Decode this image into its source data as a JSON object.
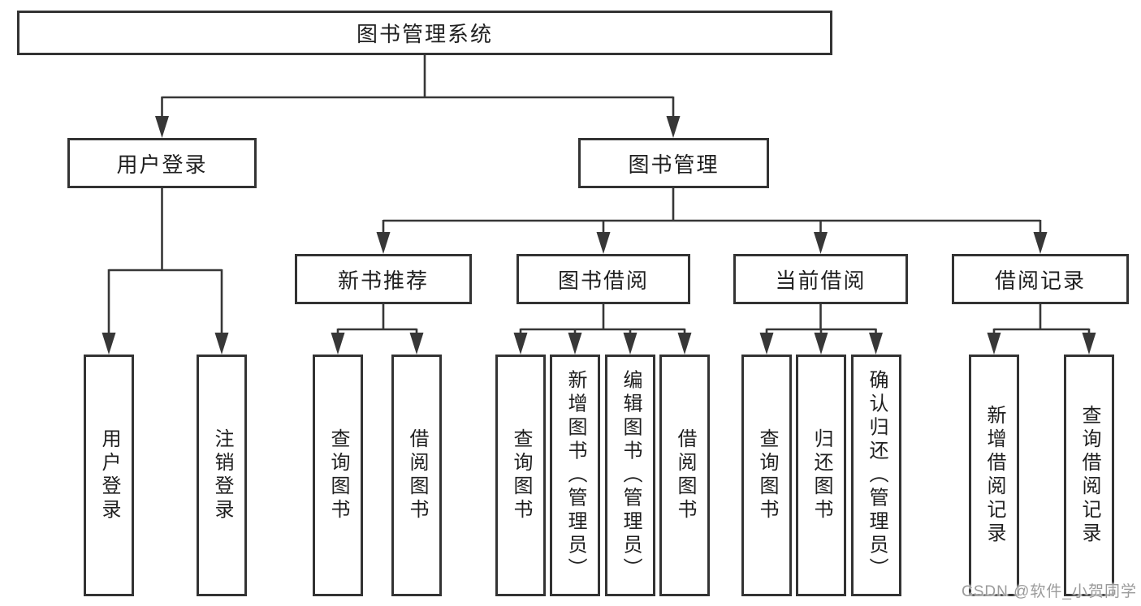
{
  "tree": {
    "label": "图书管理系统",
    "children": [
      {
        "label": "用户登录",
        "children": [
          {
            "label": "用户登录"
          },
          {
            "label": "注销登录"
          }
        ]
      },
      {
        "label": "图书管理",
        "children": [
          {
            "label": "新书推荐",
            "children": [
              {
                "label": "查询图书"
              },
              {
                "label": "借阅图书"
              }
            ]
          },
          {
            "label": "图书借阅",
            "children": [
              {
                "label": "查询图书"
              },
              {
                "label": "新增图书（管理员）"
              },
              {
                "label": "编辑图书（管理员）"
              },
              {
                "label": "借阅图书"
              }
            ]
          },
          {
            "label": "当前借阅",
            "children": [
              {
                "label": "查询图书"
              },
              {
                "label": "归还图书"
              },
              {
                "label": "确认归还（管理员）"
              }
            ]
          },
          {
            "label": "借阅记录",
            "children": [
              {
                "label": "新增借阅记录"
              },
              {
                "label": "查询借阅记录"
              }
            ]
          }
        ]
      }
    ]
  },
  "watermark": {
    "text": "CSDN @软件_小贺同学"
  },
  "colors": {
    "line": "#373737",
    "border": "#333333",
    "text": "#1f1f1f",
    "watermark": "#9b9b9b",
    "background": "#ffffff"
  }
}
